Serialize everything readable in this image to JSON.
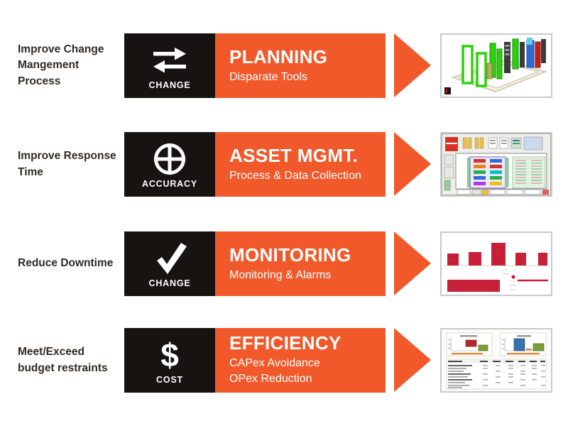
{
  "colors": {
    "orange": "#f1592b",
    "black_box": "#161310",
    "benefit_text": "#2e2a27",
    "thumb_border": "#c9c9c9",
    "alarm_red": "#c9203a"
  },
  "rows": [
    {
      "benefit": "Improve Change Mangement Process",
      "icon": "swap-arrows-icon",
      "icon_label": "CHANGE",
      "title": "PLANNING",
      "subtitle": "Disparate Tools",
      "thumbnail": "3d-datacenter-planning-view"
    },
    {
      "benefit": "Improve Response Time",
      "icon": "crosshair-icon",
      "icon_label": "ACCURACY",
      "title": "ASSET MGMT.",
      "subtitle": "Process & Data Collection",
      "thumbnail": "datacenter-floor-plan-view"
    },
    {
      "benefit": "Reduce Downtime",
      "icon": "checkmark-icon",
      "icon_label": "CHANGE",
      "title": "MONITORING",
      "subtitle": "Monitoring & Alarms",
      "thumbnail": "alarms-red-bar-chart"
    },
    {
      "benefit": "Meet/Exceed budget restraints",
      "icon": "dollar-icon",
      "icon_glyph": "$",
      "icon_label": "COST",
      "title": "EFFICIENCY",
      "subtitle": "CAPex Avoidance",
      "subtitle2": "OPex Reduction",
      "thumbnail": "cost-report-charts-table"
    }
  ]
}
